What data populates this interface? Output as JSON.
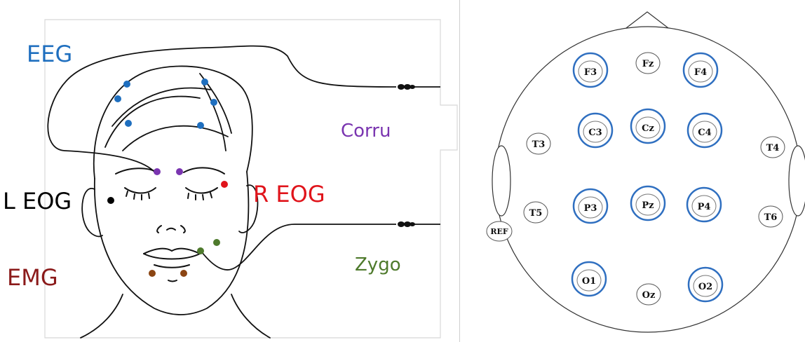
{
  "left_panel": {
    "labels": {
      "eeg": "EEG",
      "corru": "Corru",
      "l_eog": "L EOG",
      "r_eog": "R EOG",
      "emg": "EMG",
      "zygo": "Zygo"
    },
    "colors": {
      "eeg": "#1f6fbf",
      "corru": "#7a35b0",
      "l_eog": "#000000",
      "r_eog": "#e0141b",
      "emg": "#8b1a1a",
      "zygo": "#4e7a2c",
      "emg_dots": "#8b4513"
    }
  },
  "right_panel": {
    "electrodes": {
      "F3": "F3",
      "Fz": "Fz",
      "F4": "F4",
      "T3": "T3",
      "C3": "C3",
      "Cz": "Cz",
      "C4": "C4",
      "T4": "T4",
      "T5": "T5",
      "P3": "P3",
      "Pz": "Pz",
      "P4": "P4",
      "T6": "T6",
      "REF": "REF",
      "O1": "O1",
      "Oz": "Oz",
      "O2": "O2"
    },
    "highlight_color": "#2f6fc0",
    "highlighted": [
      "F3",
      "F4",
      "C3",
      "Cz",
      "C4",
      "P3",
      "Pz",
      "P4",
      "O1",
      "O2"
    ]
  }
}
